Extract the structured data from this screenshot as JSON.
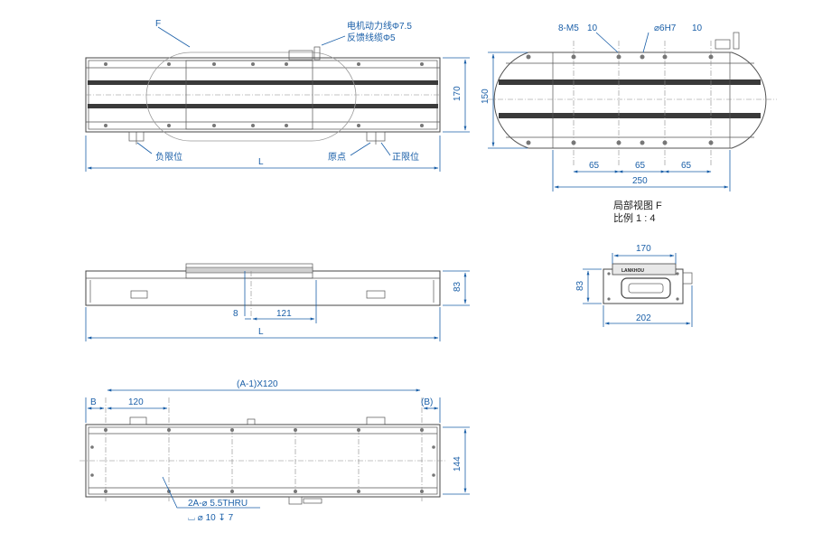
{
  "labels": {
    "f_marker": "F",
    "motor_cable": "电机动力线Φ7.5",
    "feedback_cable": "反馈线缆Φ5",
    "neg_limit": "负限位",
    "origin": "原点",
    "pos_limit": "正限位",
    "L_top": "L",
    "L_mid": "L",
    "dim_170_side": "170",
    "dim_150": "150",
    "dim_m5": "8-M5",
    "dim_m5_depth": "10",
    "dim_h7": "⌀6H7",
    "dim_h7_depth": "10",
    "dim_65a": "65",
    "dim_65b": "65",
    "dim_65c": "65",
    "dim_250": "250",
    "view_title": "局部视图 F",
    "view_scale": "比例 1 : 4",
    "dim_83_mid": "83",
    "dim_8": "8",
    "dim_121": "121",
    "dim_170_end": "170",
    "dim_83_end": "83",
    "dim_202": "202",
    "brand": "LANKHOU",
    "dim_B": "B",
    "dim_120": "120",
    "dim_pitch": "(A-1)X120",
    "dim_Bp": "(B)",
    "dim_144": "144",
    "hole_spec": "2A-⌀ 5.5THRU",
    "hole_cbore": "⌴ ⌀ 10 ↧ 7"
  }
}
